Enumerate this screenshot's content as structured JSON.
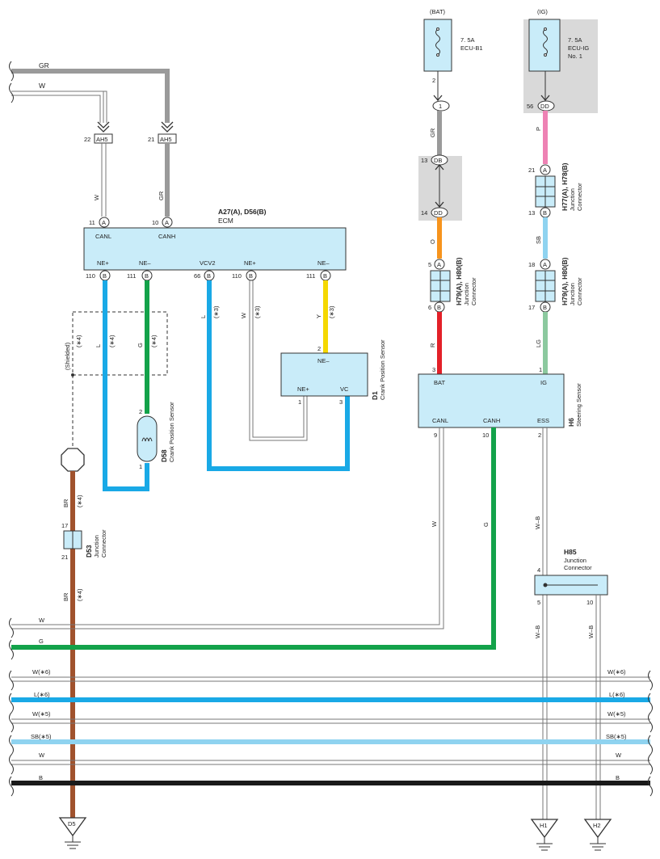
{
  "power": {
    "bat": {
      "source": "(BAT)",
      "rating": "7. 5A",
      "name": "ECU-B1",
      "pin": "2",
      "conn": "1"
    },
    "ig": {
      "source": "(IG)",
      "rating": "7. 5A",
      "name": "ECU-IG",
      "name2": "No. 1",
      "pin": "56",
      "conn": "DD"
    }
  },
  "ecm": {
    "code": "A27(A), D56(B)",
    "name": "ECM",
    "labels": {
      "canl": "CANL",
      "canh": "CANH",
      "nep1": "NE+",
      "nem1": "NE–",
      "vcv2": "VCV2",
      "nep2": "NE+",
      "nem2": "NE–"
    },
    "pins": {
      "canl": "11",
      "canh": "10",
      "nep1": "110",
      "nem1": "111",
      "vcv2": "66",
      "nep2": "110",
      "nem2": "111"
    },
    "conn_a": "A",
    "conn_b": "B"
  },
  "ah5": {
    "name": "AH5",
    "pin_w": "22",
    "pin_gr": "21"
  },
  "wires": {
    "gr": "GR",
    "w": "W",
    "l": "L",
    "g": "G",
    "y": "Y",
    "br": "BR",
    "o": "O",
    "r": "R",
    "p": "P",
    "sb": "SB",
    "lg": "LG",
    "wb": "W–B",
    "n4": "(∗4)",
    "n3": "(∗3)",
    "shielded": "(Shielded)"
  },
  "d58": {
    "code": "D58",
    "name": "Crank Position Sensor",
    "pin1": "1",
    "pin2": "2"
  },
  "d1": {
    "code": "D1",
    "name": "Crank Position Sensor",
    "nem": "NE–",
    "nep": "NE+",
    "vc": "VC",
    "pin2": "2",
    "pin1": "1",
    "pin3": "3"
  },
  "d53": {
    "code": "D53",
    "name": "Junction",
    "name2": "Connector",
    "pin17": "17",
    "pin21": "21"
  },
  "h6": {
    "code": "H6",
    "name": "Steering Sensor",
    "bat": "BAT",
    "ig": "IG",
    "canl": "CANL",
    "canh": "CANH",
    "ess": "ESS",
    "pin3": "3",
    "pin1": "1",
    "pin9": "9",
    "pin10": "10",
    "pin2": "2"
  },
  "junc_left": {
    "code": "H79(A), H80(B)",
    "name": "Junction",
    "name2": "Connector",
    "pin_a": "5",
    "pin_b": "6",
    "a": "A",
    "b": "B"
  },
  "junc_right_top": {
    "code": "H77(A), H78(B)",
    "name": "Junction",
    "name2": "Connector",
    "pin_a": "21",
    "pin_b": "13",
    "a": "A",
    "b": "B"
  },
  "junc_right_bot": {
    "code": "H79(A), H80(B)",
    "name": "Junction",
    "name2": "Connector",
    "pin_a": "18",
    "pin_b": "17",
    "a": "A",
    "b": "B"
  },
  "db_block": {
    "name": "DB",
    "name2": "DD",
    "pin13": "13",
    "pin14": "14"
  },
  "h85": {
    "code": "H85",
    "name": "Junction",
    "name2": "Connector",
    "pin4": "4",
    "pin5": "5",
    "pin10": "10"
  },
  "bus": {
    "w1": "W",
    "g": "G",
    "w6": "W(∗6)",
    "l6": "L(∗6)",
    "w5": "W(∗5)",
    "sb5": "SB(∗5)",
    "w2": "W",
    "b": "B"
  },
  "grounds": {
    "d5": "D5",
    "h1": "H1",
    "h2": "H2"
  },
  "colors": {
    "gr": "#9a9a9a",
    "l": "#19a9e6",
    "g": "#13a24a",
    "y": "#f5d800",
    "br": "#a0522d",
    "o": "#f7941d",
    "r": "#e32028",
    "p": "#ee82b4",
    "sb": "#8fd3f0",
    "lg": "#8cc99f",
    "b": "#1a1a1a",
    "box": "#c9ecf9"
  }
}
